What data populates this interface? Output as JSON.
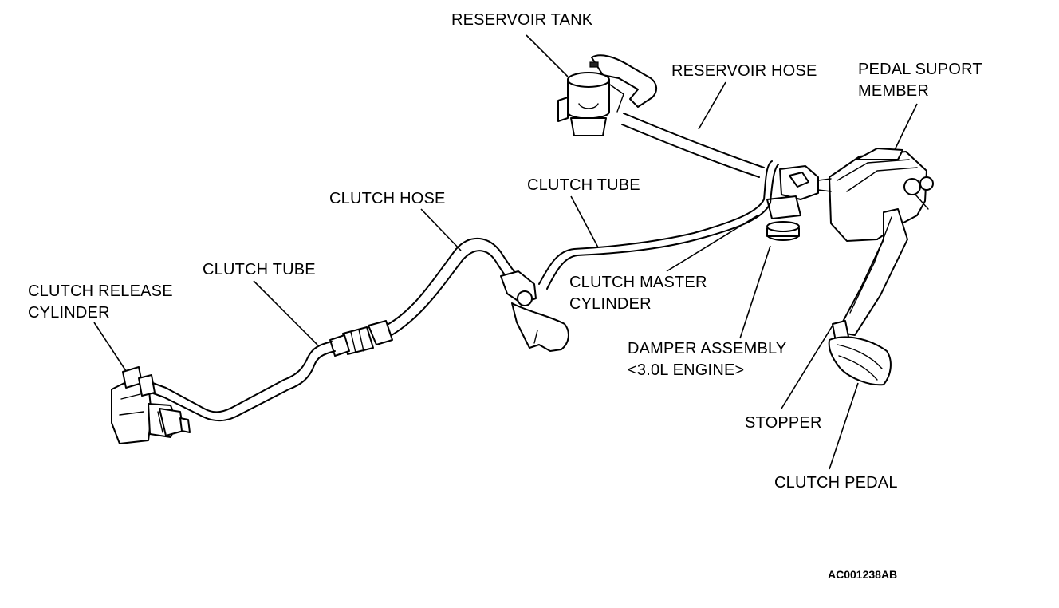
{
  "labels": {
    "reservoir_tank": "RESERVOIR TANK",
    "reservoir_hose": "RESERVOIR HOSE",
    "pedal_support_member_line1": "PEDAL SUPORT",
    "pedal_support_member_line2": "MEMBER",
    "clutch_hose": "CLUTCH HOSE",
    "clutch_tube_upper": "CLUTCH TUBE",
    "clutch_tube_lower": "CLUTCH TUBE",
    "clutch_release_cylinder_line1": "CLUTCH RELEASE",
    "clutch_release_cylinder_line2": "CYLINDER",
    "clutch_master_cylinder_line1": "CLUTCH MASTER",
    "clutch_master_cylinder_line2": "CYLINDER",
    "damper_assembly_line1": "DAMPER ASSEMBLY",
    "damper_assembly_line2": "<3.0L ENGINE>",
    "stopper": "STOPPER",
    "clutch_pedal": "CLUTCH PEDAL"
  },
  "figure_code": "AC001238AB"
}
